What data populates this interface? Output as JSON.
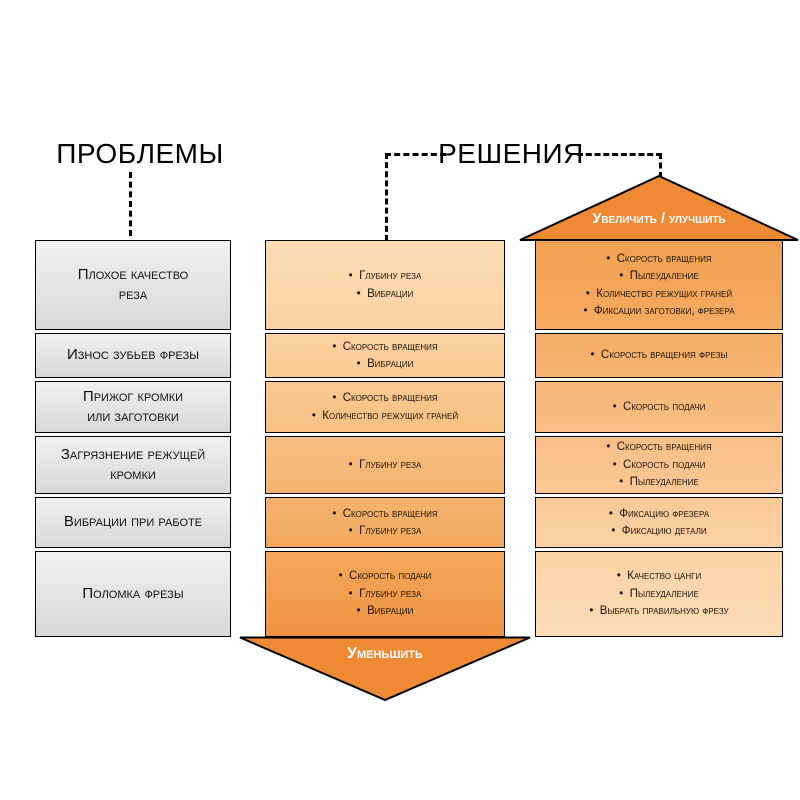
{
  "titles": {
    "problems": "ПРОБЛЕМЫ",
    "solutions": "РЕШЕНИЯ"
  },
  "arrows": {
    "decrease_label": "Уменьшить",
    "increase_label": "Увеличить / улучшить"
  },
  "problems": {
    "rows": [
      {
        "label": "Плохое качество\nреза"
      },
      {
        "label": "Износ зубьев фрезы"
      },
      {
        "label": "Прижог кромки\nили заготовки"
      },
      {
        "label": "Загрязнение режущей\nкромки"
      },
      {
        "label": "Вибрации при работе"
      },
      {
        "label": "Поломка фрезы"
      }
    ]
  },
  "decrease": {
    "rows": [
      {
        "items": [
          "Глубину реза",
          "Вибрации"
        ]
      },
      {
        "items": [
          "Скорость вращения",
          "Вибрации"
        ]
      },
      {
        "items": [
          "Скорость вращения",
          "Количество режущих граней"
        ]
      },
      {
        "items": [
          "Глубину реза"
        ]
      },
      {
        "items": [
          "Скорость вращения",
          "Глубину реза"
        ]
      },
      {
        "items": [
          "Скорость подачи",
          "Глубину реза",
          "Вибрации"
        ]
      }
    ]
  },
  "increase": {
    "rows": [
      {
        "items": [
          "Скорость вращения",
          "Пылеудаление",
          "Количество режущих граней",
          "Фиксации заготовки, фрезера"
        ]
      },
      {
        "items": [
          "Скорость вращения фрезы"
        ]
      },
      {
        "items": [
          "Скорость подачи"
        ]
      },
      {
        "items": [
          "Скорость вращения",
          "Скорость подачи",
          "Пылеудаление"
        ]
      },
      {
        "items": [
          "Фиксацию фрезера",
          "Фиксацию детали"
        ]
      },
      {
        "items": [
          "Качество цанги",
          "Пылеудаление",
          "Выбрать правильную фрезу"
        ]
      }
    ]
  },
  "colors": {
    "accent_orange": "#ee8a34",
    "gradient_light": "#fcdcb4",
    "gradient_dark": "#ef9342",
    "problem_fill": "#e4e4e4",
    "border": "#000000",
    "arrow_text": "#ffffff"
  }
}
